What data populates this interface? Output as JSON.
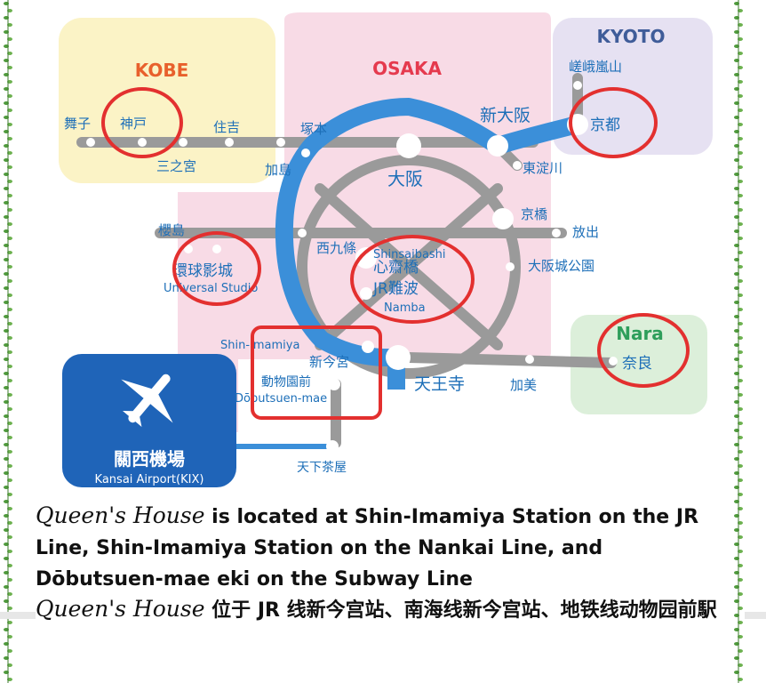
{
  "colors": {
    "kobe_region": "#fbf3c6",
    "osaka_region": "#f8dbe6",
    "kyoto_region": "#e6e1f2",
    "nara_region": "#dcefda",
    "loop_line": "#3b8fd9",
    "rail_gray": "#9a9a9a",
    "kansai_box": "#1f64b8",
    "highlight_circle": "#e3302f",
    "label_blue": "#1d6fb8",
    "kobe_text": "#e8602c",
    "osaka_text": "#e53a4e",
    "kyoto_text": "#3f5c99",
    "nara_text": "#2e9e5b",
    "vine": "#4f9a3c"
  },
  "regions": {
    "kobe": "KOBE",
    "osaka": "OSAKA",
    "kyoto": "KYOTO",
    "nara": "Nara"
  },
  "stations": {
    "maiko": "舞子",
    "kobe": "神戸",
    "sannomiya": "三之宮",
    "sumiyoshi": "住吉",
    "tsukamoto": "塚本",
    "kashima": "加島",
    "shin_osaka": "新大阪",
    "higashi_yodogawa": "東淀川",
    "saga_arashiyama": "嵯峨嵐山",
    "kyoto": "京都",
    "osaka": "大阪",
    "kyobashi": "京橋",
    "hanaten": "放出",
    "osakajo_koen": "大阪城公園",
    "sakurajima": "櫻島",
    "universal_studio_zh": "環球影城",
    "universal_studio_en": "Universal Studio",
    "nishikujo": "西九條",
    "shinsaibashi_en": "Shinsaibashi",
    "shinsaibashi_zh": "心齋橋",
    "jr_namba_zh": "JR難波",
    "namba_en": "Namba",
    "shin_imamiya_en": "Shin-Imamiya",
    "shin_imamiya_zh": "新今宮",
    "dobutsuen_zh": "動物園前",
    "dobutsuen_en": "Dōbutsuen-mae",
    "tennoji": "天王寺",
    "kami": "加美",
    "nara": "奈良",
    "tengachaya": "天下茶屋",
    "kansai_airport_zh": "關西機場",
    "kansai_airport_en": "Kansai Airport(KIX)"
  },
  "icons": {
    "airport": "airplane-icon",
    "border": "vine-border"
  },
  "caption_en": {
    "brand": "Queen's House",
    "text": " is located at Shin-Imamiya Station on the JR Line, Shin-Imamiya Station on the Nankai Line, and Dōbutsuen-mae eki on the Subway Line"
  },
  "caption_zh": {
    "brand": "Queen's House",
    "text": " 位于 JR 线新今宫站、南海线新今宫站、地铁线动物园前駅"
  }
}
